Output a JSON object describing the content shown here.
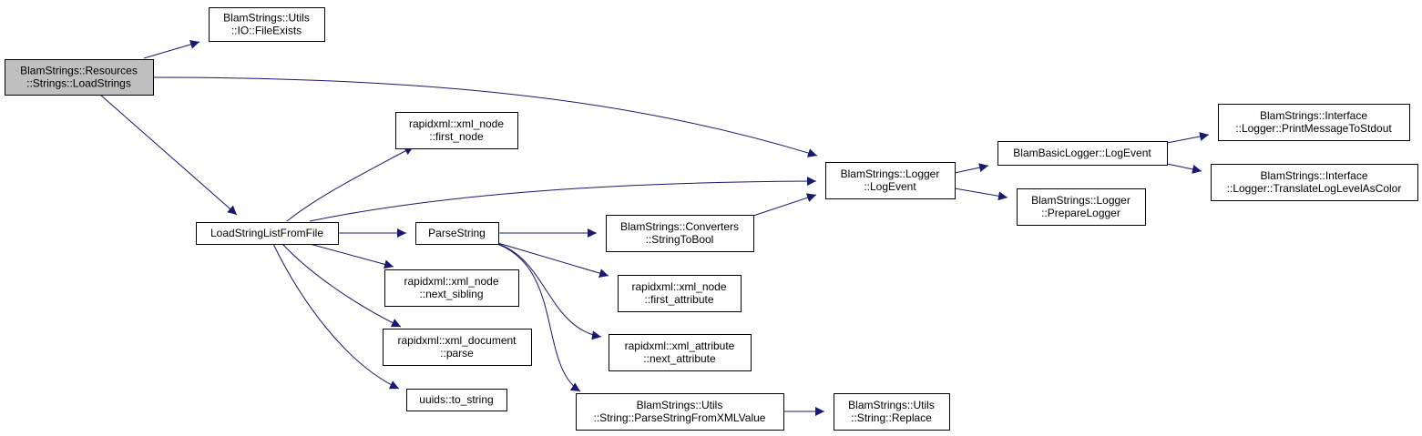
{
  "colors": {
    "edge": "#191970",
    "node_border": "#000000",
    "node_fill": "#ffffff",
    "root_fill": "#bfbfbf"
  },
  "nodes": [
    {
      "id": "root",
      "lines": [
        "BlamStrings::Resources",
        "::Strings::LoadStrings"
      ]
    },
    {
      "id": "file_exists",
      "lines": [
        "BlamStrings::Utils",
        "::IO::FileExists"
      ]
    },
    {
      "id": "load_list",
      "lines": [
        "LoadStringListFromFile"
      ]
    },
    {
      "id": "first_node",
      "lines": [
        "rapidxml::xml_node",
        "::first_node"
      ]
    },
    {
      "id": "next_sibling",
      "lines": [
        "rapidxml::xml_node",
        "::next_sibling"
      ]
    },
    {
      "id": "doc_parse",
      "lines": [
        "rapidxml::xml_document",
        "::parse"
      ]
    },
    {
      "id": "to_string",
      "lines": [
        "uuids::to_string"
      ]
    },
    {
      "id": "parse_string",
      "lines": [
        "ParseString"
      ]
    },
    {
      "id": "string_to_bool",
      "lines": [
        "BlamStrings::Converters",
        "::StringToBool"
      ]
    },
    {
      "id": "first_attribute",
      "lines": [
        "rapidxml::xml_node",
        "::first_attribute"
      ]
    },
    {
      "id": "next_attribute",
      "lines": [
        "rapidxml::xml_attribute",
        "::next_attribute"
      ]
    },
    {
      "id": "parse_xml_value",
      "lines": [
        "BlamStrings::Utils",
        "::String::ParseStringFromXMLValue"
      ]
    },
    {
      "id": "replace",
      "lines": [
        "BlamStrings::Utils",
        "::String::Replace"
      ]
    },
    {
      "id": "logger_logevent",
      "lines": [
        "BlamStrings::Logger",
        "::LogEvent"
      ]
    },
    {
      "id": "basic_logevent",
      "lines": [
        "BlamBasicLogger::LogEvent"
      ]
    },
    {
      "id": "prepare_logger",
      "lines": [
        "BlamStrings::Logger",
        "::PrepareLogger"
      ]
    },
    {
      "id": "print_stdout",
      "lines": [
        "BlamStrings::Interface",
        "::Logger::PrintMessageToStdout"
      ]
    },
    {
      "id": "translate_color",
      "lines": [
        "BlamStrings::Interface",
        "::Logger::TranslateLogLevelAsColor"
      ]
    }
  ],
  "edges": [
    {
      "from": "root",
      "to": "file_exists"
    },
    {
      "from": "root",
      "to": "logger_logevent"
    },
    {
      "from": "root",
      "to": "load_list"
    },
    {
      "from": "load_list",
      "to": "first_node"
    },
    {
      "from": "load_list",
      "to": "logger_logevent"
    },
    {
      "from": "load_list",
      "to": "parse_string"
    },
    {
      "from": "load_list",
      "to": "next_sibling"
    },
    {
      "from": "load_list",
      "to": "doc_parse"
    },
    {
      "from": "load_list",
      "to": "to_string"
    },
    {
      "from": "parse_string",
      "to": "string_to_bool"
    },
    {
      "from": "parse_string",
      "to": "first_attribute"
    },
    {
      "from": "parse_string",
      "to": "next_attribute"
    },
    {
      "from": "parse_string",
      "to": "parse_xml_value"
    },
    {
      "from": "string_to_bool",
      "to": "logger_logevent"
    },
    {
      "from": "parse_xml_value",
      "to": "replace"
    },
    {
      "from": "logger_logevent",
      "to": "basic_logevent"
    },
    {
      "from": "logger_logevent",
      "to": "prepare_logger"
    },
    {
      "from": "basic_logevent",
      "to": "print_stdout"
    },
    {
      "from": "basic_logevent",
      "to": "translate_color"
    }
  ]
}
